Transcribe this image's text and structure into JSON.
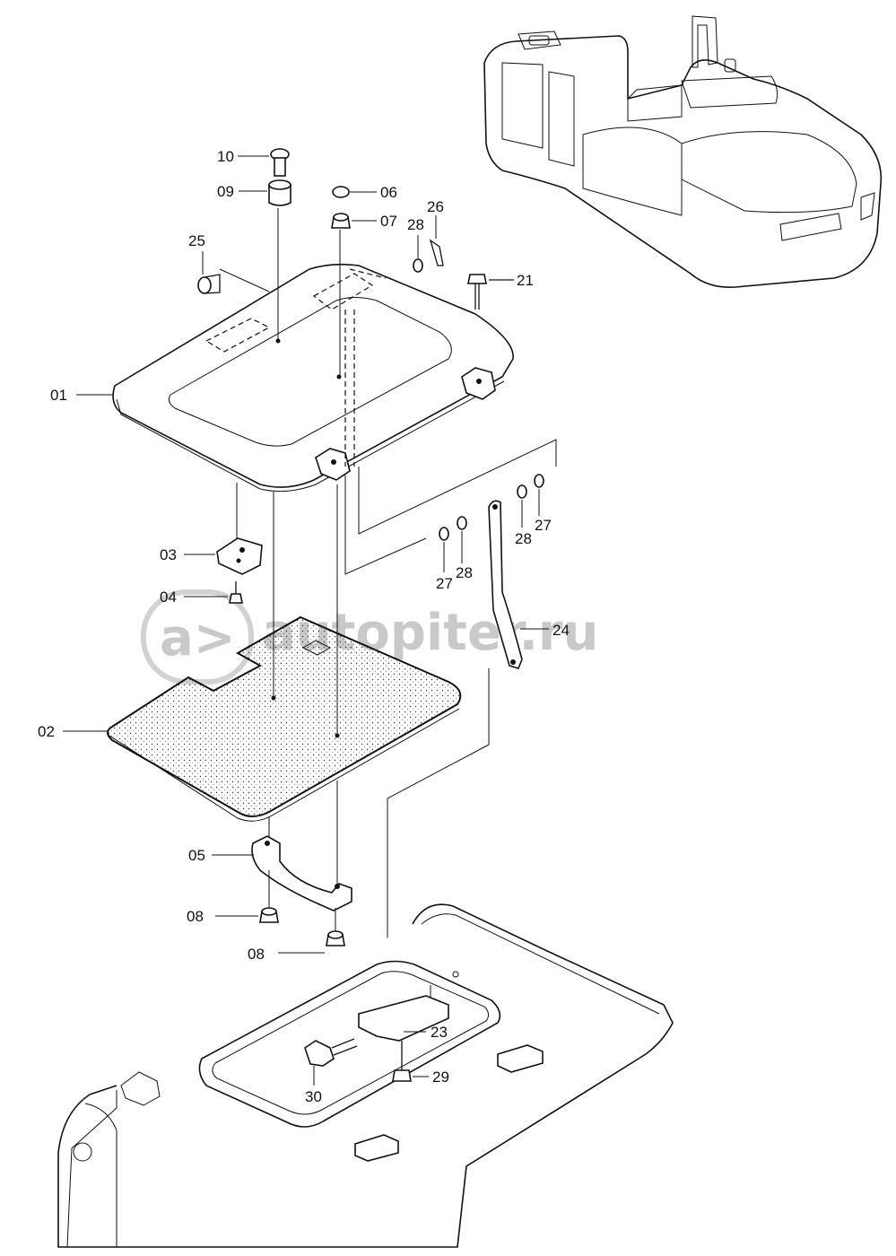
{
  "watermark": {
    "logo": "a>",
    "text": "autopiter.ru"
  },
  "labels": {
    "p01": "01",
    "p02": "02",
    "p03": "03",
    "p04": "04",
    "p05": "05",
    "p06": "06",
    "p07": "07",
    "p08a": "08",
    "p08b": "08",
    "p09": "09",
    "p10": "10",
    "p21": "21",
    "p23": "23",
    "p24": "24",
    "p25": "25",
    "p26": "26",
    "p27a": "27",
    "p27b": "27",
    "p28a": "28",
    "p28b": "28",
    "p28c": "28",
    "p29": "29",
    "p30": "30"
  }
}
